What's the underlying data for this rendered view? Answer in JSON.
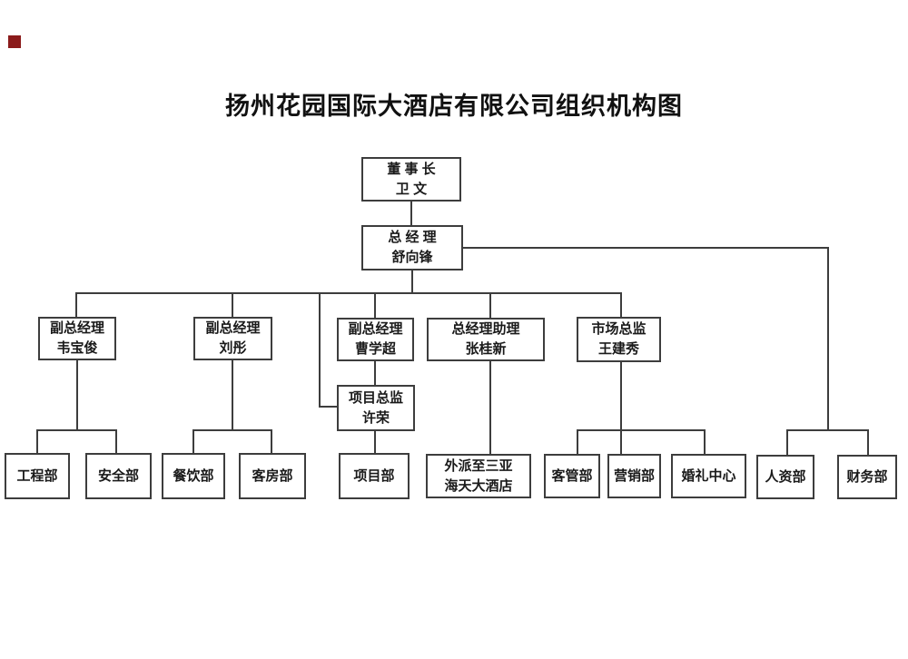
{
  "title": "扬州花园国际大酒店有限公司组织机构图",
  "marker_color": "#8b1b1b",
  "line_color": "#3d3d3d",
  "nodes": {
    "chairman": {
      "title": "董 事 长",
      "name": "卫  文"
    },
    "general_manager": {
      "title": "总 经 理",
      "name": "舒向锋"
    },
    "deputy_gm_1": {
      "title": "副总经理",
      "name": "韦宝俊"
    },
    "deputy_gm_2": {
      "title": "副总经理",
      "name": "刘彤"
    },
    "deputy_gm_3": {
      "title": "副总经理",
      "name": "曹学超"
    },
    "gm_assistant": {
      "title": "总经理助理",
      "name": "张桂新"
    },
    "marketing_director": {
      "title": "市场总监",
      "name": "王建秀"
    },
    "project_director": {
      "title": "项目总监",
      "name": "许荣"
    }
  },
  "departments": {
    "engineering": "工程部",
    "security": "安全部",
    "catering": "餐饮部",
    "housekeeping": "客房部",
    "project": "项目部",
    "dispatch_line1": "外派至三亚",
    "dispatch_line2": "海天大酒店",
    "guest_mgmt": "客管部",
    "sales": "营销部",
    "wedding_center": "婚礼中心",
    "hr": "人资部",
    "finance": "财务部"
  }
}
